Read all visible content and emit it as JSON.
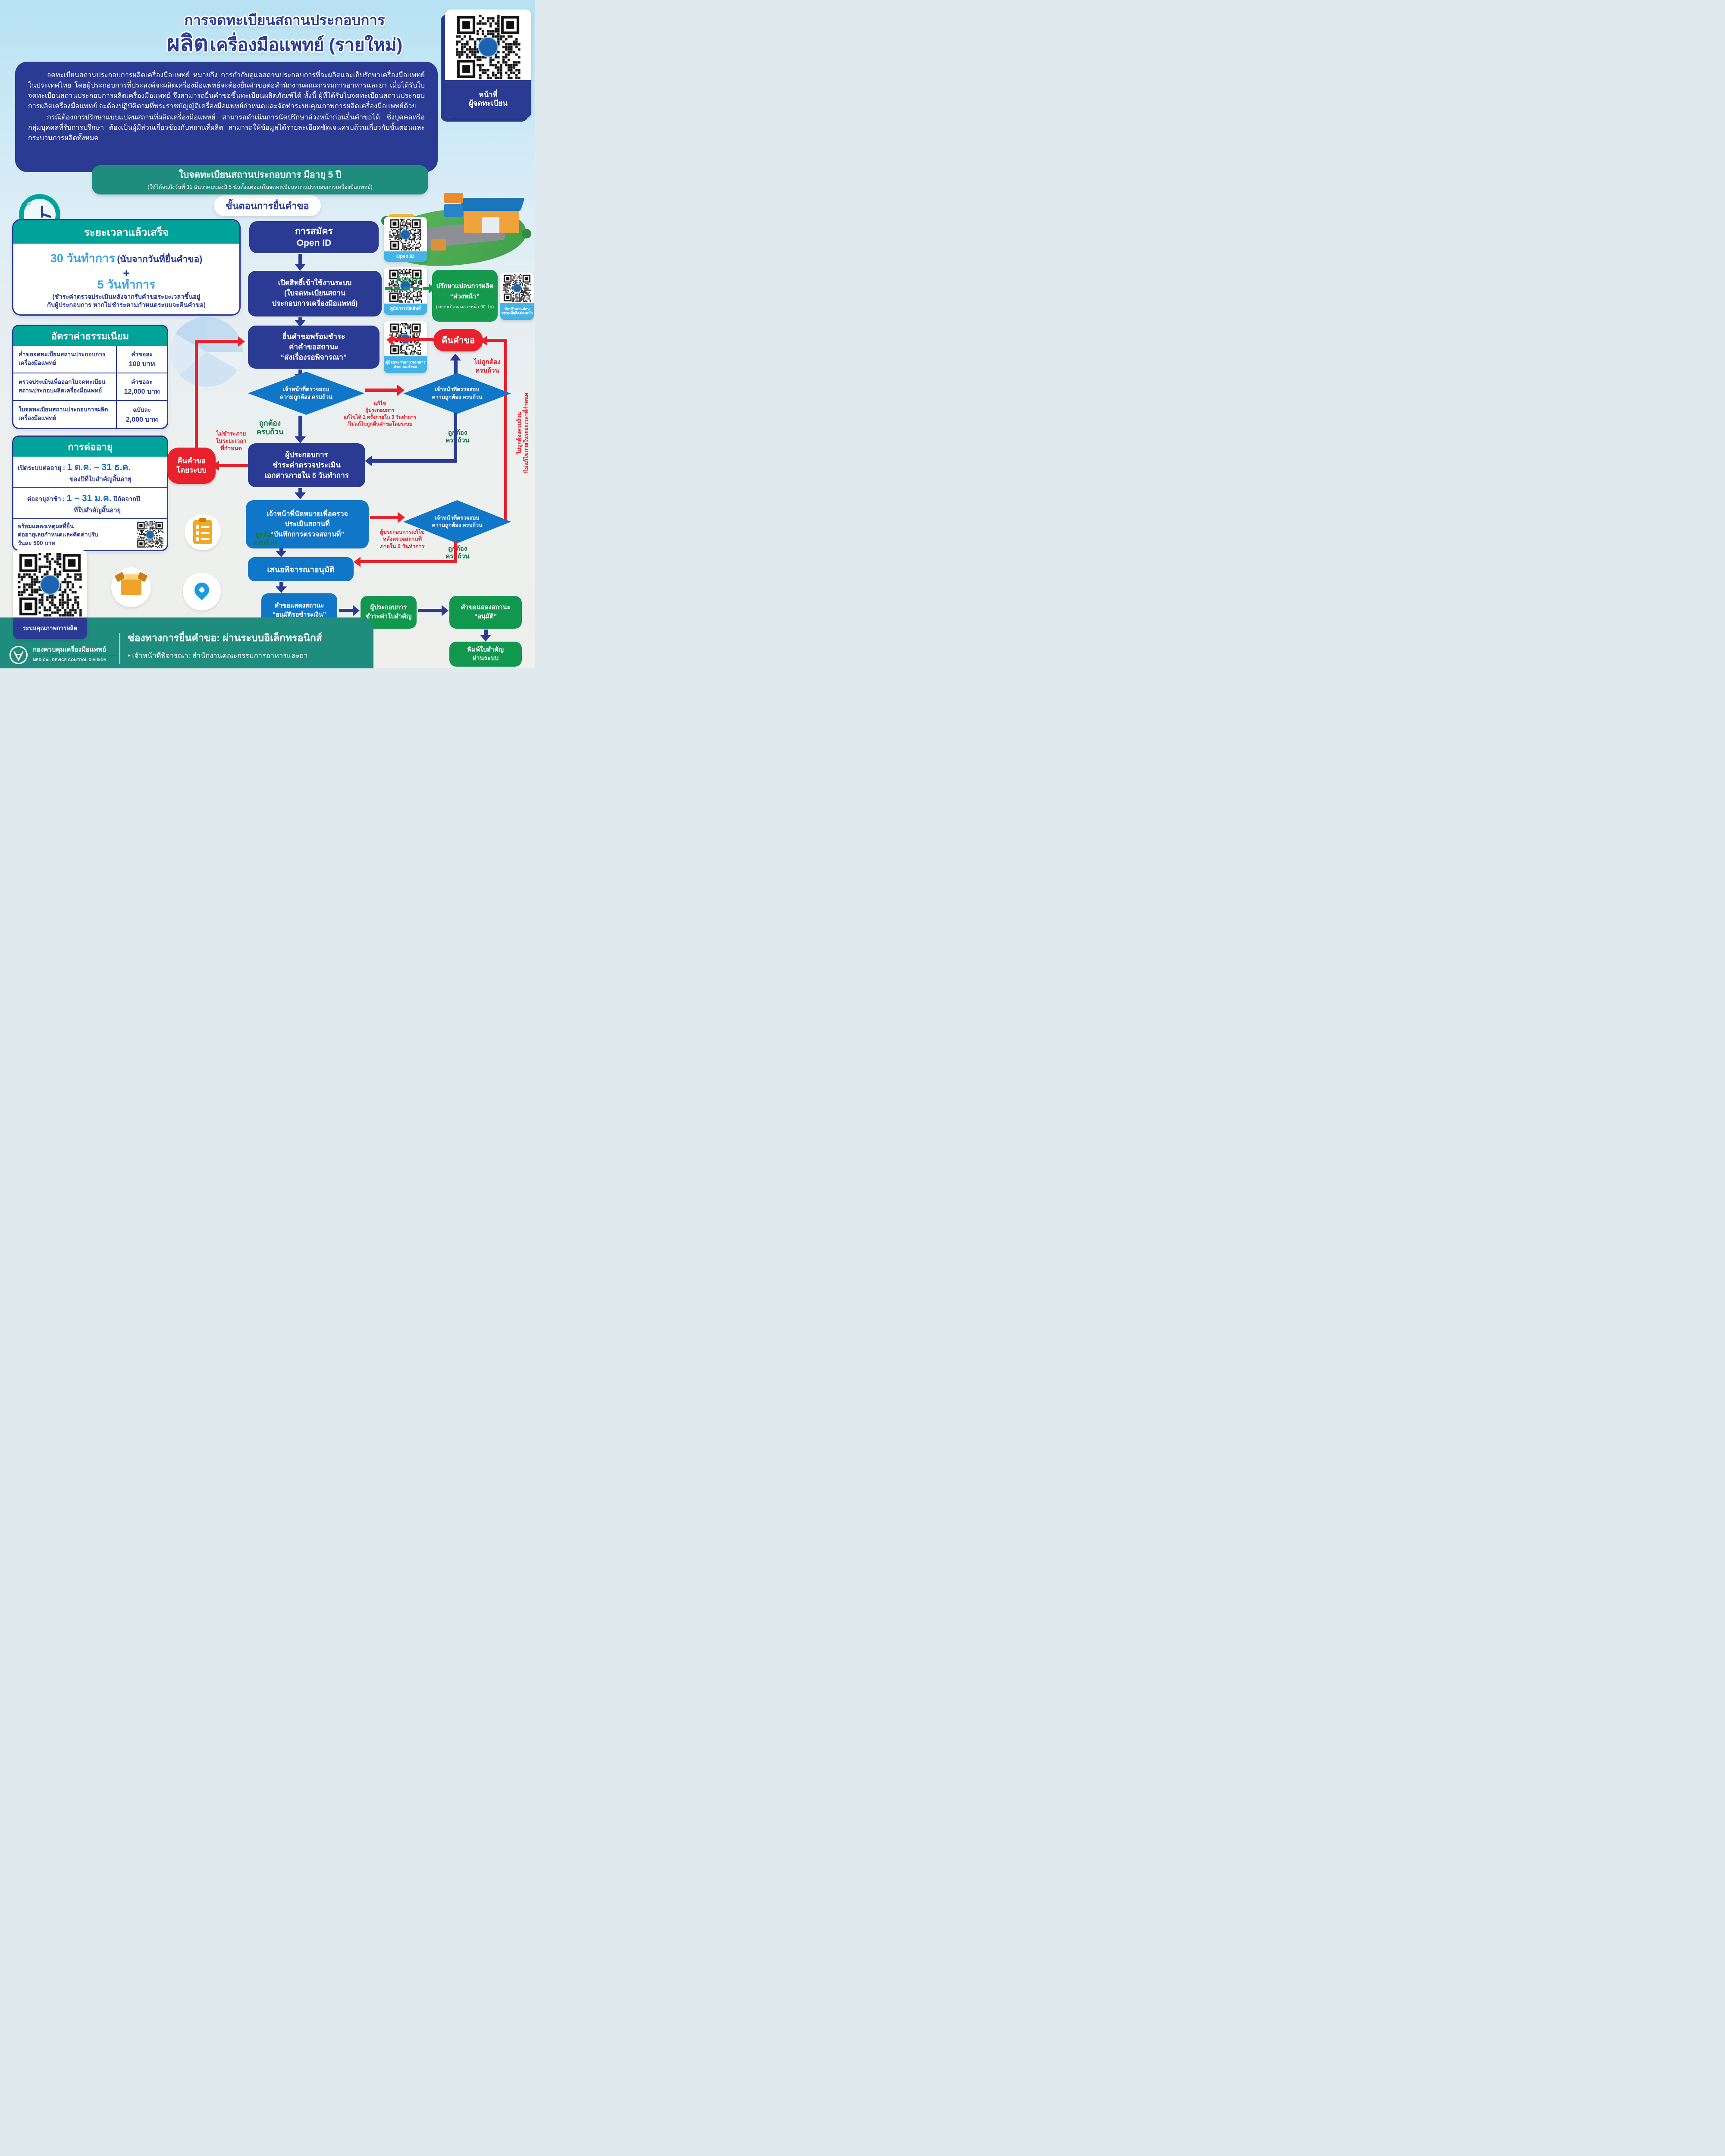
{
  "colors": {
    "navy": "#2b3a92",
    "teal_header": "#00a39a",
    "teal_banner": "#1f8d7d",
    "process_blue": "#1077c8",
    "green": "#169a4d",
    "red": "#e8212d",
    "qr_label_blue": "#45b3e6",
    "date_blue": "#1470c0",
    "sky_blue_text": "#3aa3dd",
    "green_text": "#15794a"
  },
  "header": {
    "title_line1": "การจดทะเบียนสถานประกอบการ",
    "title_emphasis": "ผลิต",
    "title_line2": "เครื่องมือแพทย์ (รายใหม่)",
    "qr_caption": "หน้าที่\nผู้จดทะเบียน"
  },
  "intro": {
    "paragraph1": "จดทะเบียนสถานประกอบการผลิตเครื่องมือแพทย์ หมายถึง การกำกับดูแลสถานประกอบการที่จะผลิตและเก็บรักษาเครื่องมือแพทย์ในประเทศไทย โดยผู้ประกอบการที่ประสงค์จะผลิตเครื่องมือแพทย์จะต้องยื่นคำขอต่อสำนักงานคณะกรรมการอาหารและยา เมื่อได้รับใบจดทะเบียนสถานประกอบการผลิตเครื่องมือแพทย์ จึงสามารถยื่นคำขอขึ้นทะเบียนผลิตภัณฑ์ได้ ทั้งนี้ ผู้ที่ได้รับใบจดทะเบียนสถานประกอบการผลิตเครื่องมือแพทย์ จะต้องปฏิบัติตามที่พระราชบัญญัติเครื่องมือแพทย์กำหนดและจัดทำระบบคุณภาพการผลิตเครื่องมือแพทย์ด้วย",
    "paragraph2": "กรณีต้องการปรึกษาแบบแปลนสถานที่ผลิตเครื่องมือแพทย์ สามารถดำเนินการนัดปรึกษาล่วงหน้าก่อนยื่นคำขอได้ ซึ่งบุคคลหรือกลุ่มบุคคลที่รับการปรึกษา ต้องเป็นผู้มีส่วนเกี่ยวข้องกับสถานที่ผลิต สามารถให้ข้อมูลได้รายละเอียดชัดเจนครบถ้วนเกี่ยวกับขั้นตอนและกระบวนการผลิตทั้งหมด"
  },
  "validity": {
    "line1": "ใบจดทะเบียนสถานประกอบการ มีอายุ 5 ปี",
    "line2": "(ใช้ได้จนถึงวันที่ 31 ธันวาคมของปี 5 นับตั้งแต่ออกใบจดทะเบียนสถานประกอบการเครื่องมือแพทย์)"
  },
  "steps_title": "ขั้นตอนการยื่นคำขอ",
  "duration": {
    "title": "ระยะเวลาแล้วเสร็จ",
    "value1": "30 วันทำการ",
    "value1_note": "(นับจากวันที่ยื่นคำขอ)",
    "plus": "+",
    "value2": "5 วันทำการ",
    "note": "(ชำระค่าตรวจประเมินหลังจากรับคำขอระยะเวลาขึ้นอยู่\nกับผู้ประกอบการ หากไม่ชำระตามกำหนดระบบจะคืนคำขอ)"
  },
  "fees": {
    "title": "อัตราค่าธรรมเนียม",
    "rows": [
      {
        "item": "คำขอจดทะเบียนสถานประกอบการ\nเครื่องมือแพทย์",
        "unit": "คำขอละ",
        "amount": "100 บาท"
      },
      {
        "item": "ตรวจประเมินเพื่อออกใบจดทะเบียน\nสถานประกอบผลิตเครื่องมือแพทย์",
        "unit": "คำขอละ",
        "amount": "12,000 บาท"
      },
      {
        "item": "ใบจดทะเบียนสถานประกอบการผลิต\nเครื่องมือแพทย์",
        "unit": "ฉบับละ",
        "amount": "2,000 บาท"
      }
    ]
  },
  "renewal": {
    "title": "การต่ออายุ",
    "open_label": "เปิดระบบต่ออายุ :",
    "open_value": "1 ต.ค. – 31 ธ.ค.",
    "open_suffix": "ของปีที่ใบสำคัญสิ้นอายุ",
    "late_label": "ต่ออายุล่าช้า :",
    "late_value": "1 – 31 ม.ค.",
    "late_suffix": "ปีถัดจากปี",
    "late_suffix2": "ที่ใบสำคัญสิ้นอายุ",
    "penalty_note": "พร้อมแสดงเหตุผลที่ยื่น\nต่ออายุเลยกำหนดและคิดค่าปรับ\nวันละ 500 บาท"
  },
  "quality_qr_caption": "ระบบคุณภาพการผลิต",
  "flow": {
    "openid_box": "การสมัคร\nOpen ID",
    "openid_qr_caption": "Open ID",
    "activate_box": "เปิดสิทธิ์เข้าใช้งานระบบ\n(ใบจดทะเบียนสถาน\nประกอบการเครื่องมือแพทย์)",
    "activate_qr_caption": "คู่มือการเปิดสิทธิ์",
    "need_label": "ต้องการ",
    "consult_line1": "ปรึกษาแปลนการผลิต",
    "consult_line2": "“ล่วงหน้า”",
    "consult_line3": "(ระบบเปิดจองล่วงหน้า 30 วัน)",
    "consult_qr_caption": "นัดปรึกษาแปลน\nสถานที่ผลิตล่วงหน้า",
    "submit_box": "ยื่นคำขอพร้อมชำระ\nค่าคำขอสถานะ\n“ส่งเรื่องรอพิจารณา”",
    "submit_qr_caption": "คู่มือและรายการเอกสาร\nประกอบคำขอ",
    "return_pill": "คืนคำขอ",
    "not_correct_label": "ไม่ถูกต้อง\nครบถ้วน",
    "check_diamond": "เจ้าหน้าที่ตรวจสอบ\nความถูกต้อง ครบถ้วน",
    "fix_note": "แก้ไข\nผู้ประกอบการ\nแก้ไขได้ 1 ครั้งภายใน 3 วันทำการ\n/ไม่แก้ไขถูกคืนคำขอโดยระบบ",
    "correct_label": "ถูกต้อง\nครบถ้วน",
    "pay_box": "ผู้ประกอบการ\nชำระค่าตรวจประเมิน\nเอกสารภายใน 5 วันทำการ",
    "no_pay_label": "ไม่ชำระภาย\nในระยะเวลา\nที่กำหนด",
    "system_return_pill": "คืนคำขอ\nโดยระบบ",
    "inspect_box": "เจ้าหน้าที่นัดหมายเพื่อตรวจ\nประเมินสถานที่\n“บันทึกการตรวจสถานที่”",
    "fix_after_label": "ผู้ประกอบการแก้ไข\nหลังตรวจสถานที่\nภายใน 2 วันทำการ",
    "side_return_label": "ไม่ถูกต้องครบถ้วน\n/ไม่แก้ไขภายในระยะเวลาที่กำหนด",
    "approve_box": "เสนอพิจารณาอนุมัติ",
    "status_wait_box": "คำขอแสดงสถานะ\n“อนุมัติรอชำระเงิน”",
    "pay_cert_box": "ผู้ประกอบการ\nชำระค่าใบสำคัญ",
    "status_approved_box": "คำขอแสดงสถานะ\n“อนุมัติ”",
    "print_box": "พิมพ์ใบสำคัญ\nผ่านระบบ"
  },
  "footer": {
    "org_thai": "กองควบคุมเครื่องมือแพทย์",
    "org_eng": "MEDICAL DEVICE CONTROL DIVISION",
    "channel": "ช่องทางการยื่นคำขอ: ผ่านระบบอิเล็กทรอนิกส์",
    "officer": "•   เจ้าหน้าที่พิจารณา: สำนักงานคณะกรรมการอาหารและยา"
  }
}
